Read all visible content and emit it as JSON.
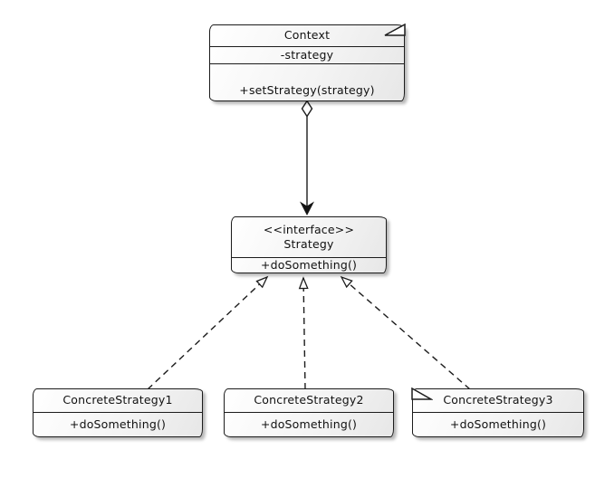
{
  "diagram": {
    "type": "uml-class-diagram",
    "pattern": "Strategy",
    "classes": {
      "context": {
        "name": "Context",
        "attributes": [
          "-strategy"
        ],
        "methods": [
          "+setStrategy(strategy)"
        ]
      },
      "strategy": {
        "stereotype": "<<interface>>",
        "name": "Strategy",
        "methods": [
          "+doSomething()"
        ]
      },
      "concrete1": {
        "name": "ConcreteStrategy1",
        "methods": [
          "+doSomething()"
        ]
      },
      "concrete2": {
        "name": "ConcreteStrategy2",
        "methods": [
          "+doSomething()"
        ]
      },
      "concrete3": {
        "name": "ConcreteStrategy3",
        "methods": [
          "+doSomething()"
        ]
      }
    },
    "relations": [
      {
        "type": "directed-aggregation",
        "from": "Context",
        "to": "Strategy",
        "line": "solid",
        "source_end": "hollow-diamond",
        "target_end": "filled-arrow"
      },
      {
        "type": "realization",
        "from": "ConcreteStrategy1",
        "to": "Strategy",
        "line": "dashed",
        "target_end": "hollow-triangle"
      },
      {
        "type": "realization",
        "from": "ConcreteStrategy2",
        "to": "Strategy",
        "line": "dashed",
        "target_end": "hollow-triangle"
      },
      {
        "type": "realization",
        "from": "ConcreteStrategy3",
        "to": "Strategy",
        "line": "dashed",
        "target_end": "hollow-triangle"
      }
    ],
    "colors": {
      "background": "#ffffff",
      "box_fill_top": "#ffffff",
      "box_fill_bottom": "#e7e7e7",
      "border": "#1c1c1c",
      "text": "#111111",
      "shadow": "rgba(0,0,0,0.28)"
    }
  }
}
